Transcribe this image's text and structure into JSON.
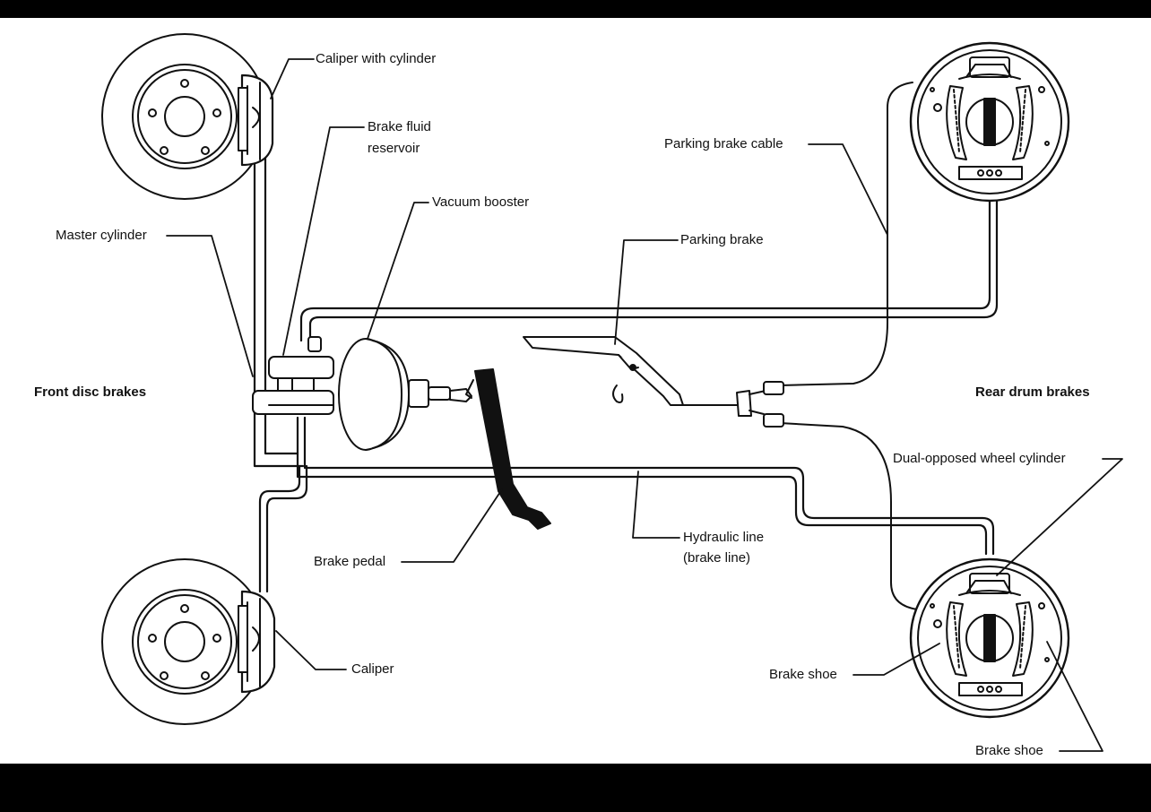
{
  "labels": {
    "caliper_with_cylinder": "Caliper with cylinder",
    "brake_fluid_reservoir_1": "Brake fluid",
    "brake_fluid_reservoir_2": "reservoir",
    "vacuum_booster": "Vacuum booster",
    "master_cylinder": "Master cylinder",
    "parking_brake_cable": "Parking brake cable",
    "parking_brake": "Parking brake",
    "front_disc_brakes": "Front disc brakes",
    "rear_drum_brakes": "Rear drum brakes",
    "dual_opposed_wheel_cylinder": "Dual-opposed wheel cylinder",
    "hydraulic_line_1": "Hydraulic line",
    "hydraulic_line_2": "(brake line)",
    "brake_pedal": "Brake pedal",
    "caliper": "Caliper",
    "brake_shoe_1": "Brake shoe",
    "brake_shoe_2": "Brake shoe"
  },
  "colors": {
    "background": "#ffffff",
    "frame": "#000000",
    "ink": "#111111"
  }
}
